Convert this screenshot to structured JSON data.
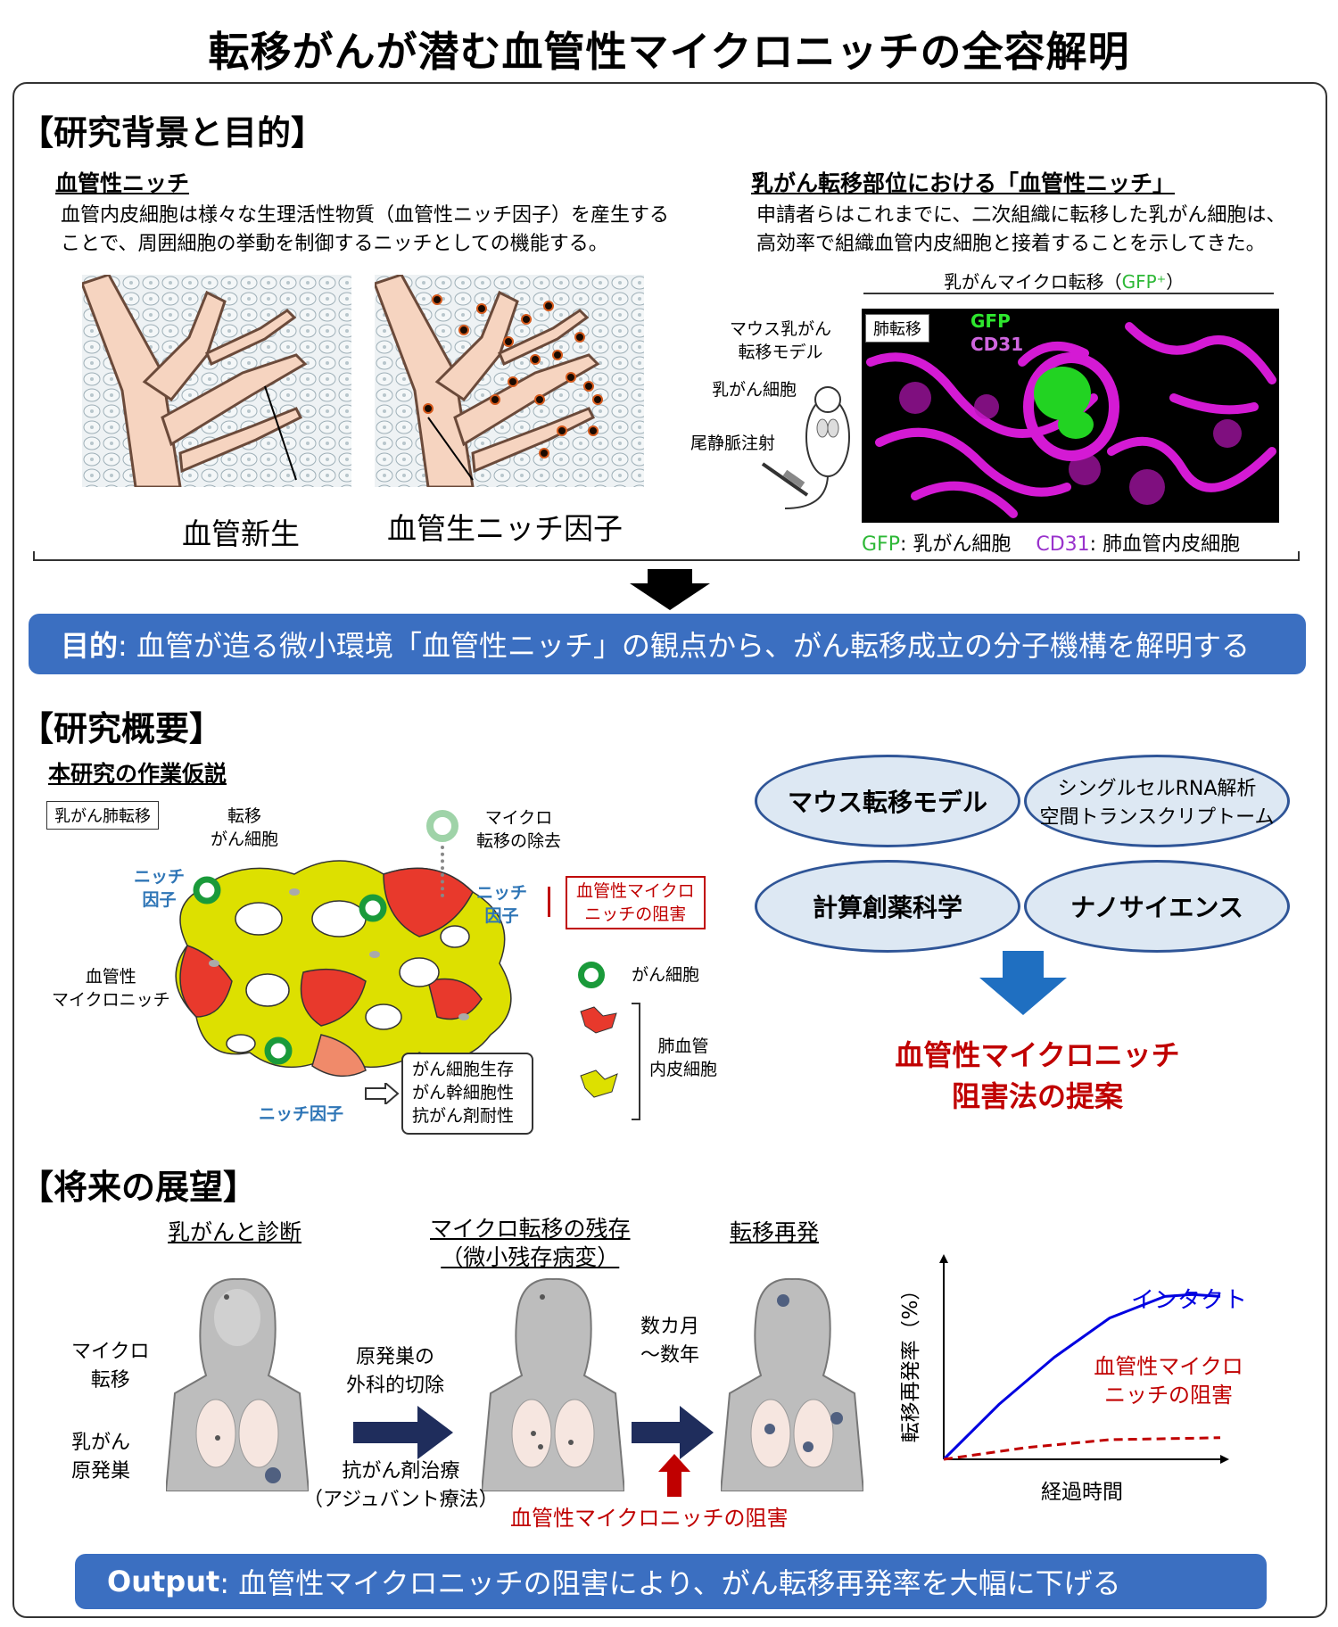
{
  "title": "転移がんが潜む血管性マイクロニッチの全容解明",
  "background": {
    "heading": "【研究背景と目的】",
    "left_sub": "血管性ニッチ",
    "left_text": [
      "血管内皮細胞は様々な生理活性物質（血管性ニッチ因子）を産生する",
      "ことで、周囲細胞の挙動を制御するニッチとしての機能する。"
    ],
    "caption_angio": "血管新生",
    "caption_factor": "血管生ニッチ因子",
    "right_sub": "乳がん転移部位における「血管性ニッチ」",
    "right_text": [
      "申請者らはこれまでに、二次組織に転移した乳がん細胞は、",
      "高効率で組織血管内皮細胞と接着することを示してきた。"
    ],
    "micro_title_pre": "乳がんマイクロ転移（",
    "micro_title_gfp": "GFP⁺",
    "micro_title_post": "）",
    "mouse_model": [
      "マウス乳がん",
      "転移モデル"
    ],
    "cell_label": "乳がん細胞",
    "injection": "尾静脈注射",
    "lung_tag": "肺転移",
    "gfp_tag": "GFP",
    "cd31_tag": "CD31",
    "legend_gfp_key": "GFP",
    "legend_gfp_val": ": 乳がん細胞",
    "legend_cd31_key": "CD31",
    "legend_cd31_val": ": 肺血管内皮細胞"
  },
  "purpose": {
    "label": "目的",
    "text": ": 血管が造る微小環境「血管性ニッチ」の観点から、がん転移成立の分子機構を解明する"
  },
  "overview": {
    "heading": "【研究概要】",
    "sub": "本研究の作業仮説",
    "tag": "乳がん肺転移",
    "metastatic_cell": [
      "転移",
      "がん細胞"
    ],
    "niche_factor": [
      "ニッチ",
      "因子"
    ],
    "niche_factor2": [
      "ニッチ",
      "因子"
    ],
    "niche_factor3": "ニッチ因子",
    "vascular_niche": [
      "血管性",
      "マイクロニッチ"
    ],
    "micro_removal": [
      "マイクロ",
      "転移の除去"
    ],
    "inhibition_box": [
      "血管性マイクロ",
      "ニッチの阻害"
    ],
    "legend_cancer": "がん細胞",
    "legend_endo": [
      "肺血管",
      "内皮細胞"
    ],
    "outcome_box": [
      "がん細胞生存",
      "がん幹細胞性",
      "抗がん剤耐性"
    ],
    "ovals": [
      "マウス転移モデル",
      "シングルセルRNA解析\n空間トランスクリプトーム",
      "計算創薬科学",
      "ナノサイエンス"
    ],
    "proposal": [
      "血管性マイクロニッチ",
      "阻害法の提案"
    ]
  },
  "future": {
    "heading": "【将来の展望】",
    "stage1": "乳がんと診断",
    "stage2": [
      "マイクロ転移の残存",
      "（微小残存病変）"
    ],
    "stage3": "転移再発",
    "micro": [
      "マイクロ",
      "転移"
    ],
    "primary": [
      "乳がん",
      "原発巣"
    ],
    "surgery": [
      "原発巣の",
      "外科的切除"
    ],
    "chemo": [
      "抗がん剤治療",
      "（アジュバント療法）"
    ],
    "months": [
      "数カ月",
      "～数年"
    ],
    "inhibition": "血管性マイクロニッチの阻害",
    "output_label": "Output",
    "output_text": ": 血管性マイクロニッチの阻害により、がん転移再発率を大幅に下げる"
  },
  "chart_data": {
    "type": "line",
    "ylabel": "転移再発率（%）",
    "xlabel": "経過時間",
    "series": [
      {
        "name": "インタクト",
        "color": "#0000e0",
        "style": "solid",
        "x": [
          0,
          0.2,
          0.4,
          0.6,
          0.8,
          0.9,
          1.0
        ],
        "y": [
          0,
          0.28,
          0.52,
          0.72,
          0.83,
          0.84,
          0.83
        ]
      },
      {
        "name": "血管性マイクロ\nニッチの阻害",
        "color": "#c00000",
        "style": "dashed",
        "x": [
          0,
          0.3,
          0.6,
          1.0
        ],
        "y": [
          0,
          0.06,
          0.1,
          0.11
        ]
      }
    ]
  },
  "colors": {
    "banner": "#3b6fc1",
    "red": "#c00000",
    "blue_text": "#2e75b6",
    "green": "#2db836",
    "purple": "#9932cc",
    "yellow": "#dde000",
    "endo_red": "#e8392c",
    "navy_arrow": "#1f2d5c"
  }
}
